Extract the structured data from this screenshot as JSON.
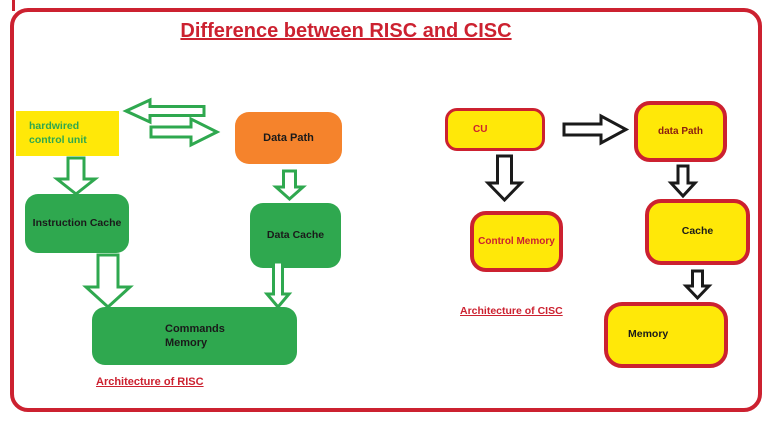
{
  "title": "Difference between RISC and CISC",
  "risc": {
    "caption": "Architecture of RISC",
    "nodes": {
      "hardwired_control_unit": {
        "line1": "hardwired",
        "line2": "control unit"
      },
      "data_path": {
        "label": "Data Path"
      },
      "instruction_cache": {
        "label": "Instruction Cache"
      },
      "data_cache": {
        "label": "Data Cache"
      },
      "commands_memory": {
        "line1": "Commands",
        "line2": "Memory"
      }
    },
    "edges": [
      {
        "from": "Data Path",
        "to": "hardwired control unit",
        "style": "green-outline-arrow-left"
      },
      {
        "from": "hardwired control unit",
        "to": "Data Path",
        "style": "green-outline-arrow-right"
      },
      {
        "from": "hardwired control unit",
        "to": "Instruction Cache",
        "style": "green-outline-arrow-down"
      },
      {
        "from": "Data Path",
        "to": "Data Cache",
        "style": "green-outline-arrow-down"
      },
      {
        "from": "Instruction Cache",
        "to": "Commands Memory",
        "style": "green-outline-arrow-down"
      },
      {
        "from": "Data Cache",
        "to": "Commands Memory",
        "style": "green-outline-arrow-down-narrow"
      }
    ]
  },
  "cisc": {
    "caption": "Architecture of CISC",
    "nodes": {
      "cu": {
        "label": "CU"
      },
      "data_path": {
        "label": "data Path"
      },
      "control_memory": {
        "label": "Control Memory"
      },
      "cache": {
        "label": "Cache"
      },
      "memory": {
        "label": "Memory"
      }
    },
    "edges": [
      {
        "from": "CU",
        "to": "data Path",
        "style": "black-outline-arrow-right"
      },
      {
        "from": "CU",
        "to": "Control Memory",
        "style": "black-outline-arrow-down"
      },
      {
        "from": "data Path",
        "to": "Cache",
        "style": "black-outline-arrow-down"
      },
      {
        "from": "Cache",
        "to": "Memory",
        "style": "black-outline-arrow-down"
      }
    ]
  },
  "colors": {
    "red": "#cc2130",
    "yellow": "#ffe808",
    "green": "#2fa84f",
    "orange": "#f5832c",
    "ink": "#1a1a1a",
    "dark_red_label": "#8a1d10"
  }
}
